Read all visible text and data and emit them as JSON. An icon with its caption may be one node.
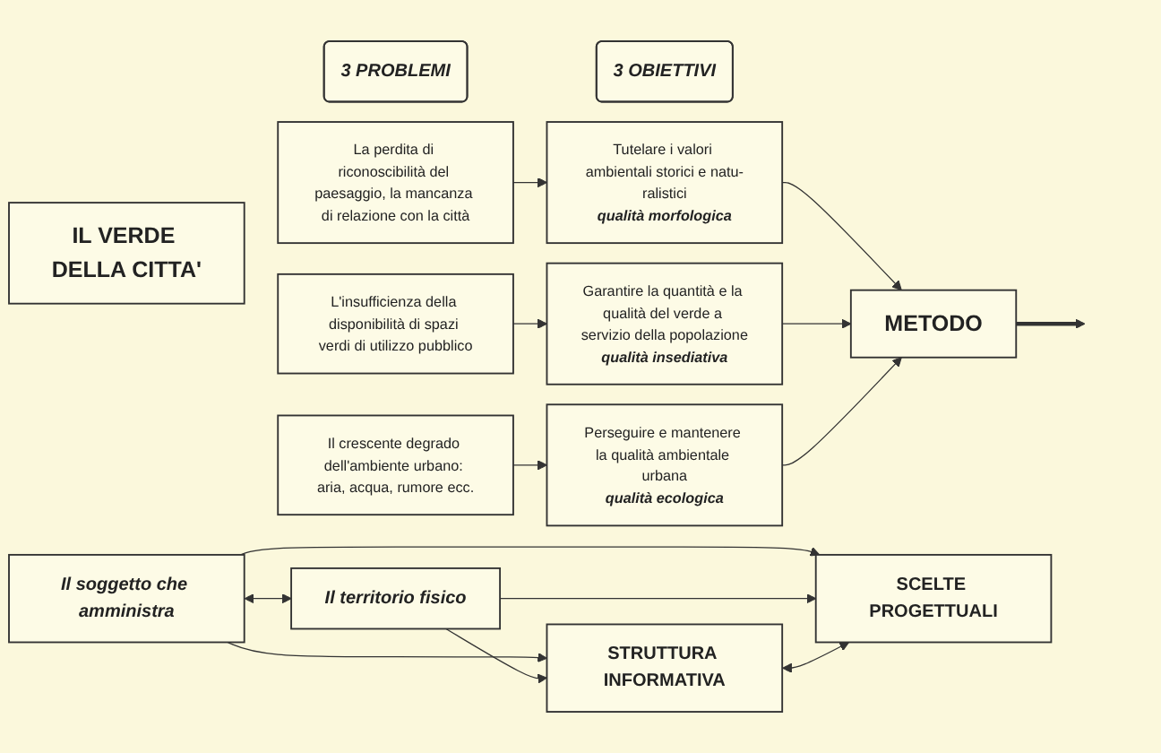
{
  "diagram": {
    "nodes": [
      {
        "text": [
          "IL VERDE DELLA CITTA'"
        ]
      },
      {
        "text": [
          "3 PROBLEMI"
        ]
      },
      {
        "text": [
          "3 OBIETTIVI"
        ]
      },
      {
        "text": [
          "La perdita di riconoscibilità del paesaggio, la mancanza di relazione con la città"
        ]
      },
      {
        "text": [
          "Tutelare i valori ambientali storici e natu-ralistici",
          "qualità morfologica"
        ]
      },
      {
        "text": [
          "L'insufficienza della disponibilità di spazi verdi di utilizzo pubblico"
        ]
      },
      {
        "text": [
          "Garantire la quantità e la qualità del verde a servizio della popolazione",
          "qualità insediativa"
        ]
      },
      {
        "text": [
          "Il crescente degrado dell'ambiente urbano: aria, acqua, rumore ecc."
        ]
      },
      {
        "text": [
          "Perseguire e mantenere la qualità ambientale urbana",
          "qualità ecologica"
        ]
      },
      {
        "text": [
          "METODO"
        ]
      },
      {
        "text": [
          "Il soggetto che amministra"
        ]
      },
      {
        "text": [
          "Il territorio fisico"
        ]
      },
      {
        "text": [
          "STRUTTURA INFORMATIVA"
        ]
      },
      {
        "text": [
          "SCELTE PROGETTUALI"
        ]
      }
    ],
    "edges": [
      {
        "from": 3,
        "to": 4,
        "arrow": "to"
      },
      {
        "from": 5,
        "to": 6,
        "arrow": "to"
      },
      {
        "from": 7,
        "to": 8,
        "arrow": "to"
      },
      {
        "from": 4,
        "to": 9,
        "arrow": "to"
      },
      {
        "from": 6,
        "to": 9,
        "arrow": "to"
      },
      {
        "from": 8,
        "to": 9,
        "arrow": "to"
      },
      {
        "from": 9,
        "to": null,
        "arrow": "to",
        "style": "thick"
      },
      {
        "from": 10,
        "to": 11,
        "arrow": "both"
      },
      {
        "from": 10,
        "to": 12,
        "arrow": "to"
      },
      {
        "from": 10,
        "to": 13,
        "arrow": "to"
      },
      {
        "from": 11,
        "to": 12,
        "arrow": "to"
      },
      {
        "from": 11,
        "to": 13,
        "arrow": "to"
      },
      {
        "from": 12,
        "to": 13,
        "arrow": "both"
      }
    ]
  }
}
